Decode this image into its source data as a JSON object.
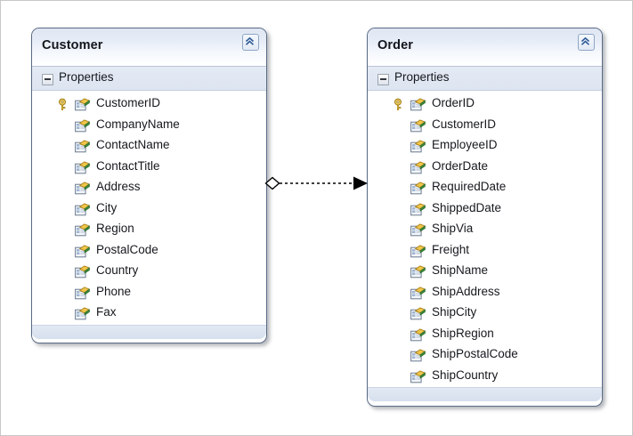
{
  "diagram": {
    "type": "entity-relationship",
    "entities": [
      {
        "name": "Customer",
        "section_label": "Properties",
        "collapse_icon": "chevron-double-up-icon",
        "expander_icon": "minus-box-icon",
        "properties": [
          {
            "name": "CustomerID",
            "is_key": true,
            "icon": "property-icon",
            "key_icon": "key-icon"
          },
          {
            "name": "CompanyName",
            "is_key": false,
            "icon": "property-icon"
          },
          {
            "name": "ContactName",
            "is_key": false,
            "icon": "property-icon"
          },
          {
            "name": "ContactTitle",
            "is_key": false,
            "icon": "property-icon"
          },
          {
            "name": "Address",
            "is_key": false,
            "icon": "property-icon"
          },
          {
            "name": "City",
            "is_key": false,
            "icon": "property-icon"
          },
          {
            "name": "Region",
            "is_key": false,
            "icon": "property-icon"
          },
          {
            "name": "PostalCode",
            "is_key": false,
            "icon": "property-icon"
          },
          {
            "name": "Country",
            "is_key": false,
            "icon": "property-icon"
          },
          {
            "name": "Phone",
            "is_key": false,
            "icon": "property-icon"
          },
          {
            "name": "Fax",
            "is_key": false,
            "icon": "property-icon"
          }
        ]
      },
      {
        "name": "Order",
        "section_label": "Properties",
        "collapse_icon": "chevron-double-up-icon",
        "expander_icon": "minus-box-icon",
        "properties": [
          {
            "name": "OrderID",
            "is_key": true,
            "icon": "property-icon",
            "key_icon": "key-icon"
          },
          {
            "name": "CustomerID",
            "is_key": false,
            "icon": "property-icon"
          },
          {
            "name": "EmployeeID",
            "is_key": false,
            "icon": "property-icon"
          },
          {
            "name": "OrderDate",
            "is_key": false,
            "icon": "property-icon"
          },
          {
            "name": "RequiredDate",
            "is_key": false,
            "icon": "property-icon"
          },
          {
            "name": "ShippedDate",
            "is_key": false,
            "icon": "property-icon"
          },
          {
            "name": "ShipVia",
            "is_key": false,
            "icon": "property-icon"
          },
          {
            "name": "Freight",
            "is_key": false,
            "icon": "property-icon"
          },
          {
            "name": "ShipName",
            "is_key": false,
            "icon": "property-icon"
          },
          {
            "name": "ShipAddress",
            "is_key": false,
            "icon": "property-icon"
          },
          {
            "name": "ShipCity",
            "is_key": false,
            "icon": "property-icon"
          },
          {
            "name": "ShipRegion",
            "is_key": false,
            "icon": "property-icon"
          },
          {
            "name": "ShipPostalCode",
            "is_key": false,
            "icon": "property-icon"
          },
          {
            "name": "ShipCountry",
            "is_key": false,
            "icon": "property-icon"
          }
        ]
      }
    ],
    "association": {
      "source": "Customer",
      "target": "Order",
      "source_marker": "hollow-diamond",
      "target_marker": "filled-arrowhead",
      "line_style": "dashed"
    }
  },
  "colors": {
    "card_border": "#5a6b86",
    "header_gradient_top": "#dfe6f2",
    "header_gradient_bottom": "#ffffff",
    "section_band": "#e0e8f3",
    "key_icon": "#d9a422",
    "text": "#15181d",
    "connector": "#000000"
  }
}
